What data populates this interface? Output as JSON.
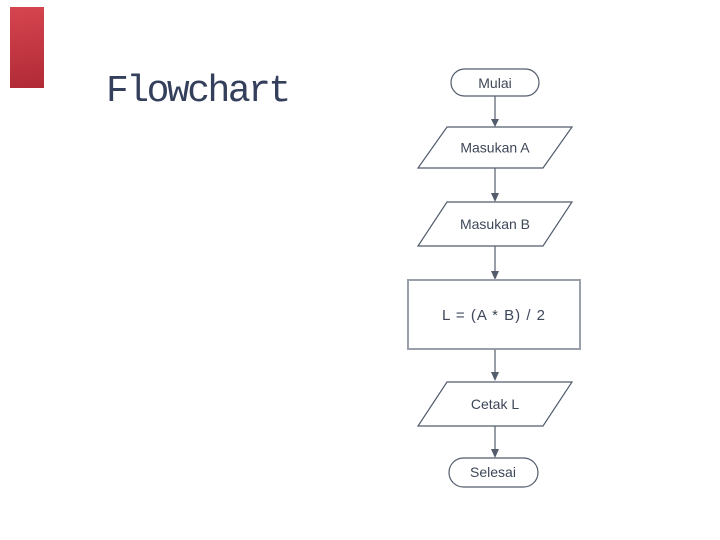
{
  "slide": {
    "title": "Flowchart",
    "background_color": "#ffffff",
    "title_color": "#343f5b",
    "accent_bar_color": "#c53744"
  },
  "flowchart": {
    "line_color": "#6b7380",
    "shape_border_color": "#525c6b",
    "process_border_color": "#99a0a9",
    "label_color": "#3d4758",
    "nodes": [
      {
        "id": "start",
        "type": "terminator",
        "label": "Mulai"
      },
      {
        "id": "input-a",
        "type": "input-parallelogram",
        "label": "Masukan A"
      },
      {
        "id": "input-b",
        "type": "input-parallelogram",
        "label": "Masukan B"
      },
      {
        "id": "process",
        "type": "process-rectangle",
        "label": "L = (A * B) / 2"
      },
      {
        "id": "output",
        "type": "output-parallelogram",
        "label": "Cetak L"
      },
      {
        "id": "end",
        "type": "terminator",
        "label": "Selesai"
      }
    ],
    "connections": [
      {
        "from": "start",
        "to": "input-a"
      },
      {
        "from": "input-a",
        "to": "input-b"
      },
      {
        "from": "input-b",
        "to": "process"
      },
      {
        "from": "process",
        "to": "output"
      },
      {
        "from": "output",
        "to": "end"
      }
    ]
  }
}
